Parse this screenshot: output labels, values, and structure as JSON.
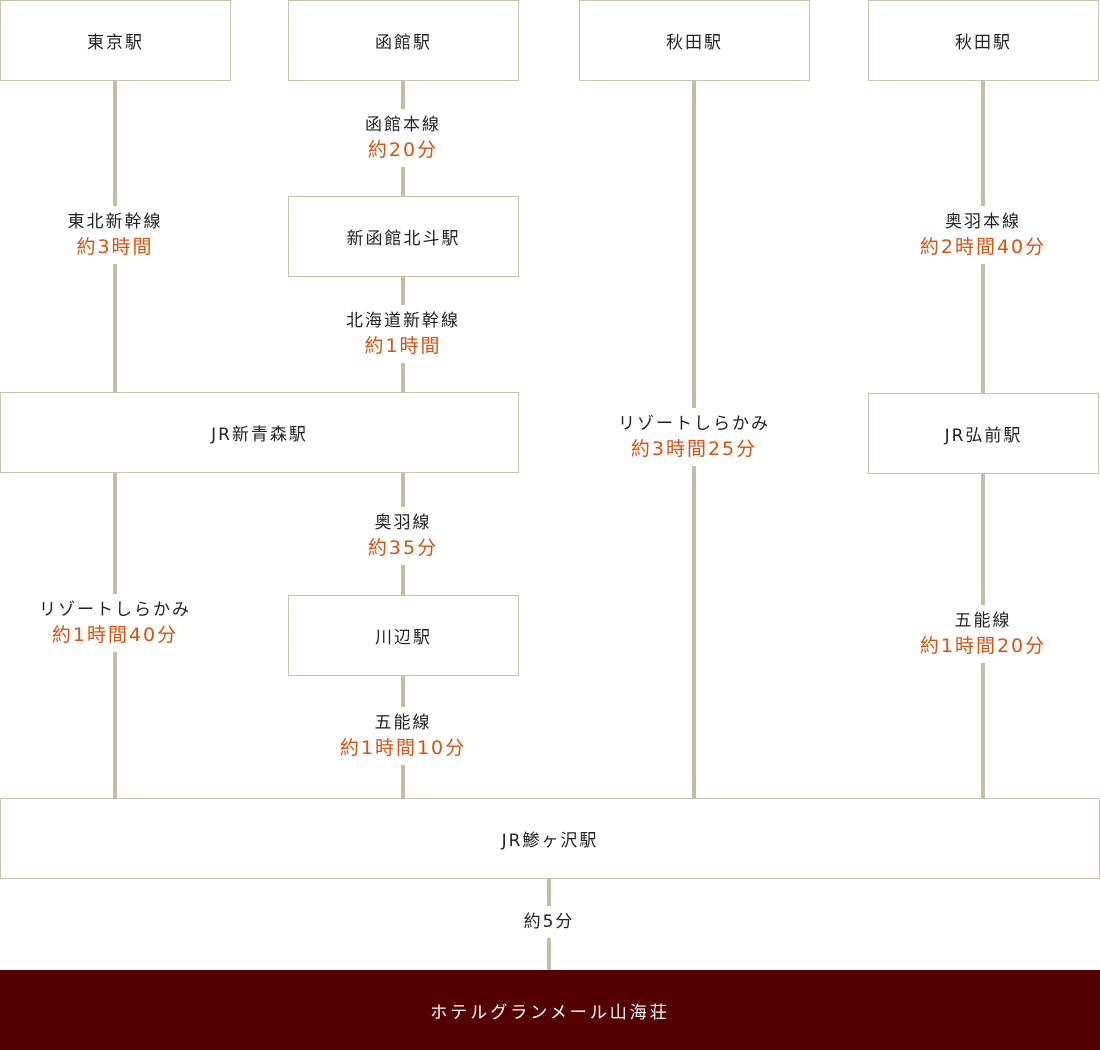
{
  "stations": {
    "tokyo": "東京駅",
    "hakodate": "函館駅",
    "akita_1": "秋田駅",
    "akita_2": "秋田駅",
    "shin_hakodate_hokuto": "新函館北斗駅",
    "shin_aomori": "JR新青森駅",
    "hirosaki": "JR弘前駅",
    "kawabe": "川辺駅",
    "ajigasawa": "JR鯵ヶ沢駅"
  },
  "routes": {
    "tokyo_aomori": {
      "line": "東北新幹線",
      "time": "約3時間"
    },
    "hakodate_hokuto": {
      "line": "函館本線",
      "time": "約20分"
    },
    "hokuto_aomori": {
      "line": "北海道新幹線",
      "time": "約1時間"
    },
    "akita_ajigasawa": {
      "line": "リゾートしらかみ",
      "time": "約3時間25分"
    },
    "akita_hirosaki": {
      "line": "奥羽本線",
      "time": "約2時間40分"
    },
    "aomori_kawabe": {
      "line": "奥羽線",
      "time": "約35分"
    },
    "aomori_ajigasawa": {
      "line": "リゾートしらかみ",
      "time": "約1時間40分"
    },
    "kawabe_ajigasawa": {
      "line": "五能線",
      "time": "約1時間10分"
    },
    "hirosaki_ajigasawa": {
      "line": "五能線",
      "time": "約1時間20分"
    },
    "ajigasawa_hotel": {
      "line": "約5分"
    }
  },
  "hotel": {
    "name": "ホテルグランメール山海荘"
  },
  "colors": {
    "line": "#c6bda5",
    "time": "#d3530f",
    "hotel_bg": "#540000",
    "border": "#c9c2ad"
  }
}
